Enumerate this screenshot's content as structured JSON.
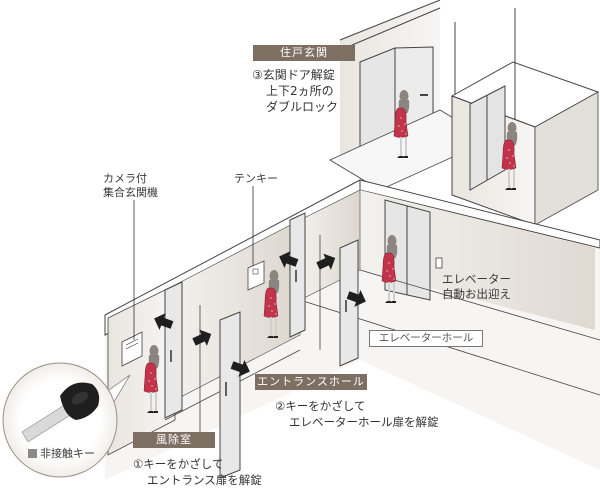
{
  "sections": {
    "front_door": {
      "tag": "住戸玄関",
      "step_number": "③",
      "step_line1": "玄関ドア解錠",
      "step_line2": "上下2ヵ所の",
      "step_line3": "ダブルロック"
    },
    "entrance_hall": {
      "tag": "エントランスホール",
      "step_number": "②",
      "step_line1": "キーをかざして",
      "step_line2": "エレベーターホール扉を解錠"
    },
    "windbreak_room": {
      "tag": "風除室",
      "step_number": "①",
      "step_line1": "キーをかざして",
      "step_line2": "エントランス扉を解錠"
    },
    "elevator_hall": {
      "label": "エレベーターホール"
    }
  },
  "callouts": {
    "intercom_line1": "カメラ付",
    "intercom_line2": "集合玄関機",
    "keypad": "テンキー",
    "elevator_line1": "エレベーター",
    "elevator_line2": "自動お出迎え"
  },
  "key_inset": {
    "label": "非接触キー"
  },
  "colors": {
    "tag_bg": "#7d6f62",
    "dress": "#c2344a",
    "wall": "#ebe7e1",
    "floor": "#f6f5f3",
    "door_glass": "#e4e4e4",
    "line": "#333333"
  }
}
